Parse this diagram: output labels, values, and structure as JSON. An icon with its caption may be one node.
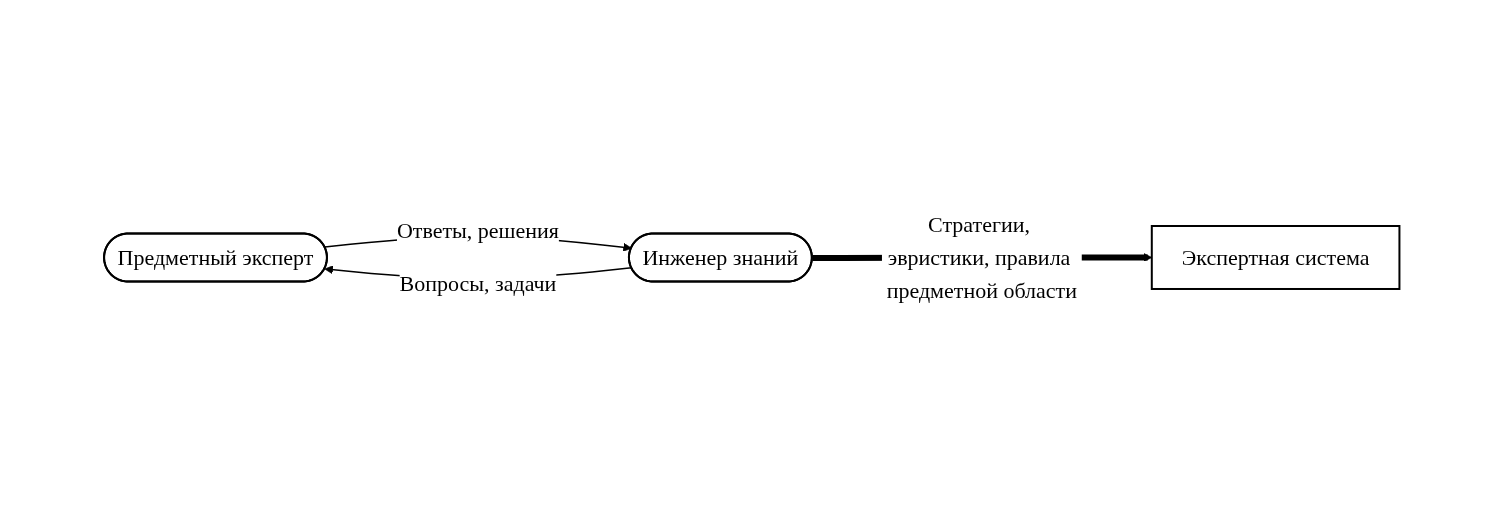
{
  "diagram": {
    "nodes": [
      {
        "text": [
          "Предметный эксперт"
        ]
      },
      {
        "text": [
          "Инженер знаний"
        ]
      },
      {
        "text": [
          "Экспертная система"
        ]
      }
    ],
    "edges": [
      {
        "from": 1,
        "to": 0,
        "arrow": "to",
        "label": "Вопросы, задачи"
      },
      {
        "from": 0,
        "to": 1,
        "arrow": "to",
        "label": "Ответы, решения"
      },
      {
        "from": 1,
        "to": 2,
        "arrow": "to",
        "label": "Стратегии, эвристики, правила предметной области",
        "style": "thick"
      }
    ]
  }
}
